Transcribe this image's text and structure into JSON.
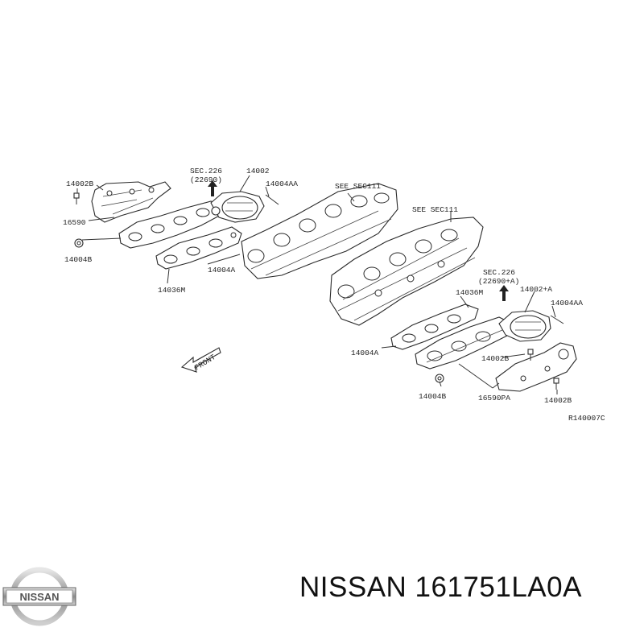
{
  "labels": {
    "l_14002B_tl": "14002B",
    "l_sec226_l": "SEC.226",
    "l_22690_l": "(22690)",
    "l_14002_l": "14002",
    "l_14004AA_l": "14004AA",
    "l_see111_a": "SEE SEC111",
    "l_see111_b": "SEE SEC111",
    "l_16590_l": "16590",
    "l_14004B_l": "14004B",
    "l_14004A_l": "14004A",
    "l_14036M_l": "14036M",
    "l_14036M_r": "14036M",
    "l_sec226_r": "SEC.226",
    "l_22690A_r": "(22690+A)",
    "l_14002A_r": "14002+A",
    "l_14004AA_r": "14004AA",
    "l_14004A_r": "14004A",
    "l_14002B_m": "14002B",
    "l_14004B_r": "14004B",
    "l_16590PA": "16590PA",
    "l_14002B_br": "14002B",
    "l_front": "FRONT",
    "l_ref": "R140007C"
  },
  "brand": {
    "title": "NISSAN 161751LA0A",
    "logo_text": "NISSAN"
  },
  "colors": {
    "ink": "#222222",
    "background": "#ffffff"
  }
}
